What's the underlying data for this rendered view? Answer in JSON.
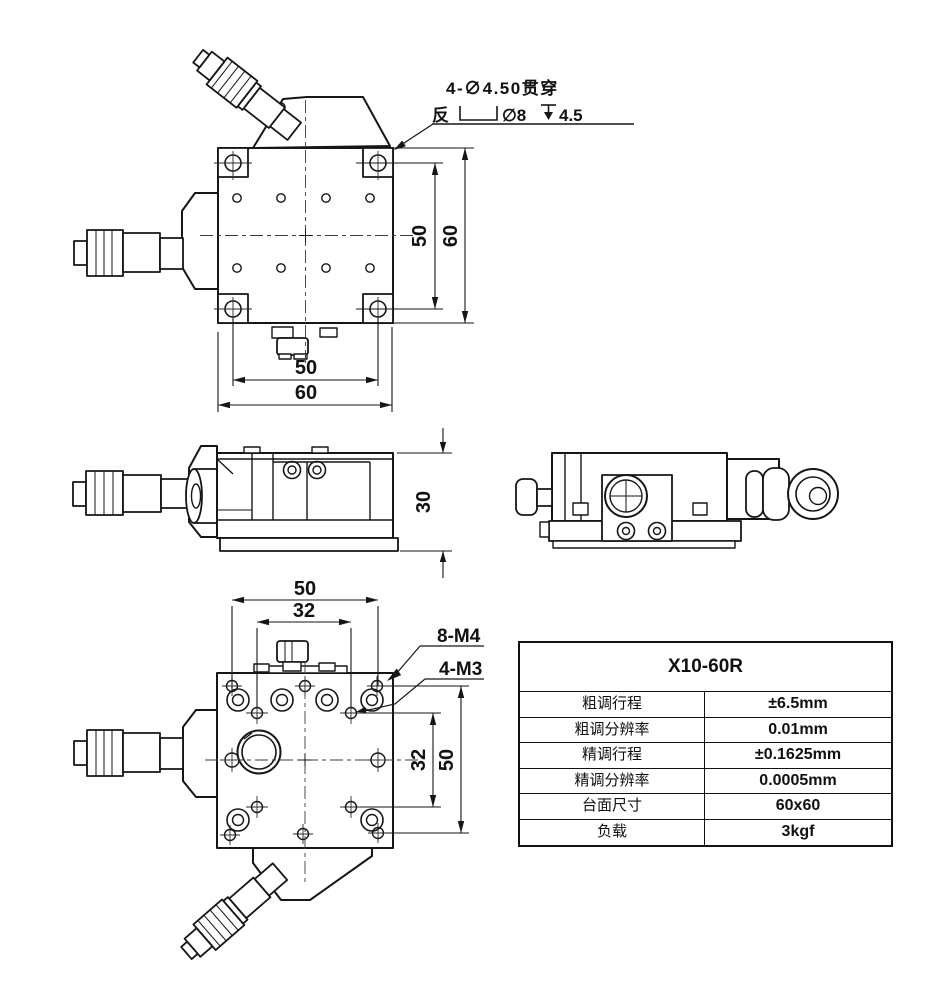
{
  "drawing": {
    "callout": {
      "line1": "4-∅4.50贯穿",
      "counterbore_prefix": "反",
      "counterbore_size": "∅8",
      "counterbore_depth": "4.5"
    },
    "top_view": {
      "width_inner": "50",
      "width_outer": "60",
      "height_inner": "50",
      "height_outer": "60"
    },
    "front_view": {
      "height": "30"
    },
    "bottom_view": {
      "span_outer": "50",
      "span_inner": "32",
      "right_inner": "32",
      "right_outer": "50",
      "thread_label_m4": "8-M4",
      "thread_label_m3": "4-M3"
    }
  },
  "spec_table": {
    "title": "X10-60R",
    "rows": [
      {
        "label": "粗调行程",
        "value": "±6.5mm"
      },
      {
        "label": "粗调分辨率",
        "value": "0.01mm"
      },
      {
        "label": "精调行程",
        "value": "±0.1625mm"
      },
      {
        "label": "精调分辨率",
        "value": "0.0005mm"
      },
      {
        "label": "台面尺寸",
        "value": "60x60"
      },
      {
        "label": "负载",
        "value": "3kgf"
      }
    ]
  },
  "colors": {
    "line": "#161616",
    "background": "#ffffff"
  }
}
